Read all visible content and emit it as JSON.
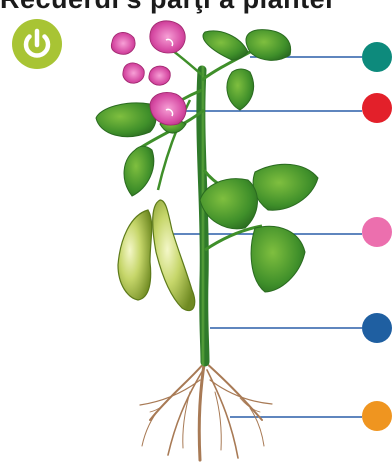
{
  "title": "Recuèrdi’s parţi a plantei",
  "power_button": {
    "icon": "power-icon",
    "color": "#a8c434"
  },
  "hotspots": [
    {
      "part": "leaf",
      "color": "#0d8a7c"
    },
    {
      "part": "flower",
      "color": "#e3202a"
    },
    {
      "part": "fruit",
      "color": "#ec6fae"
    },
    {
      "part": "stem",
      "color": "#1f5fa1"
    },
    {
      "part": "root",
      "color": "#ef9520"
    }
  ]
}
